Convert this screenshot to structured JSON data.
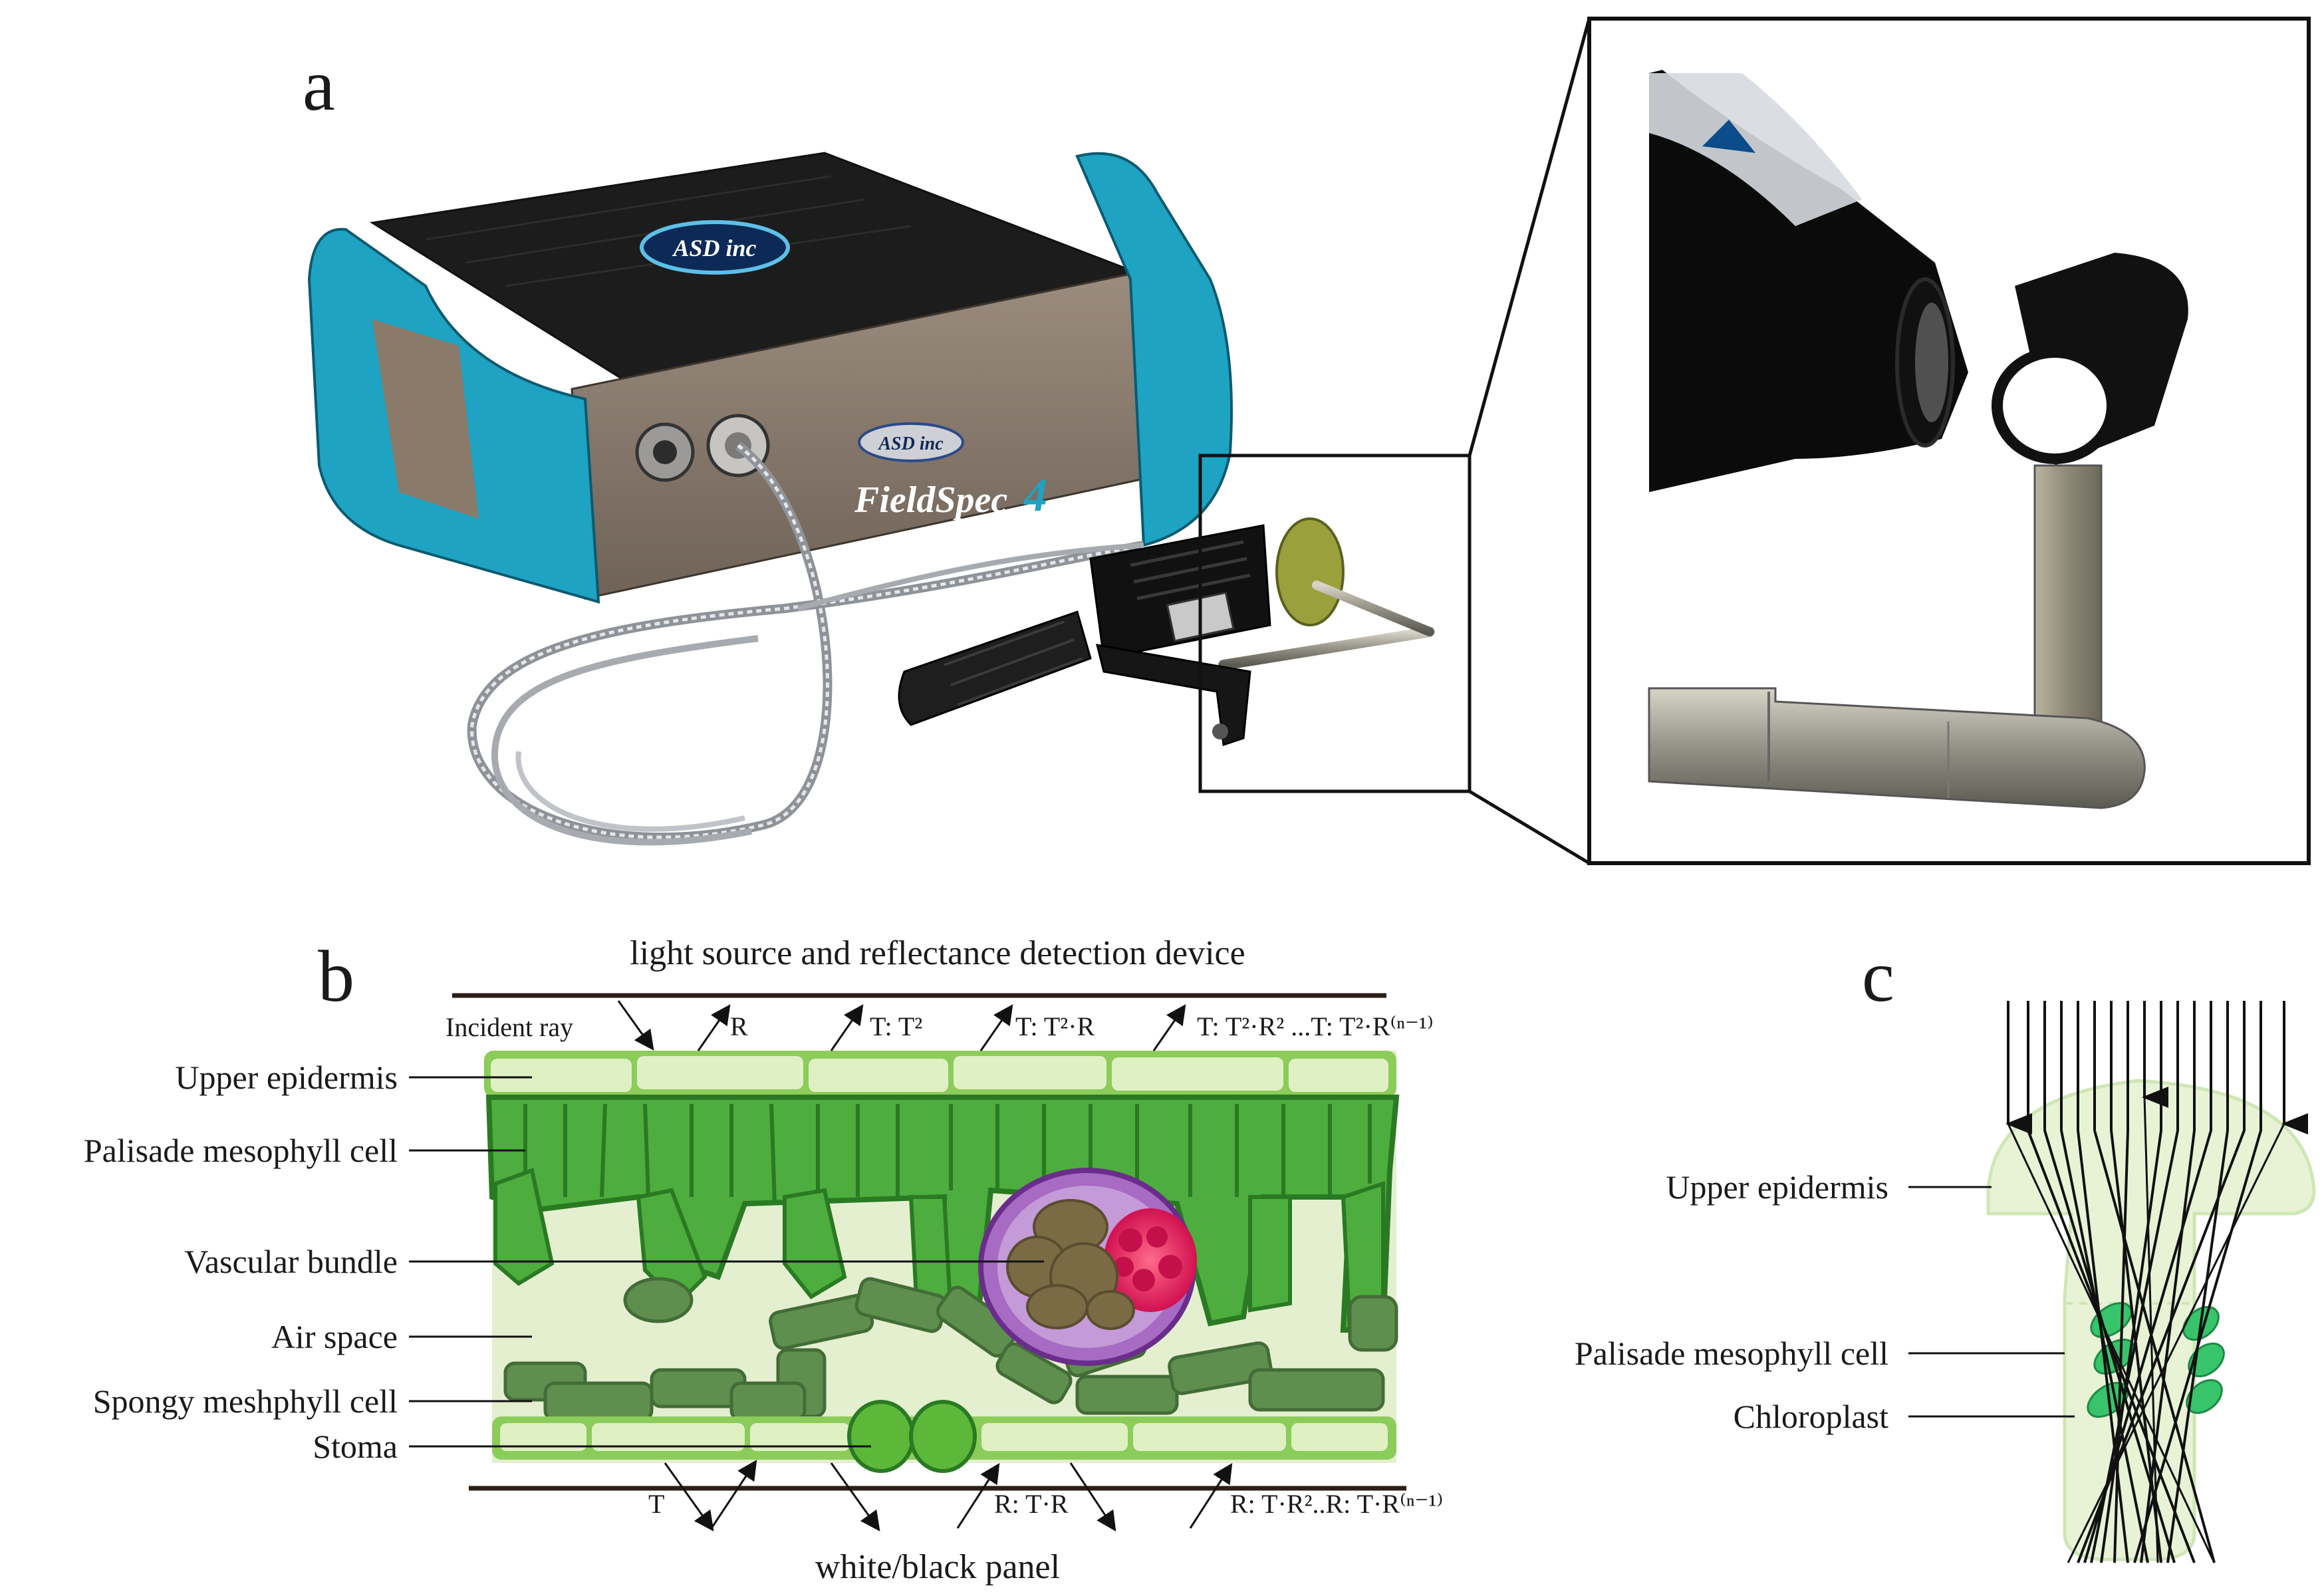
{
  "panels": {
    "a": {
      "letter": "a",
      "device_logo_top": "ASD inc",
      "device_logo_front": "ASD inc",
      "device_model": "FieldSpec",
      "device_model_number": "4"
    },
    "b": {
      "letter": "b",
      "top_device_label": "light source and reflectance detection device",
      "bottom_panel_label": "white/black panel",
      "top_rays": {
        "incident": "Incident ray",
        "r": "R",
        "t_t2": "T: T²",
        "t_t2r": "T: T²·R",
        "t_series": "T: T²·R² ...T: T²·R⁽ⁿ⁻¹⁾"
      },
      "bottom_rays": {
        "t": "T",
        "r_tr": "R: T·R",
        "r_series": "R: T·R²..R: T·R⁽ⁿ⁻¹⁾"
      },
      "layer_labels": {
        "upper_epidermis": "Upper epidermis",
        "palisade": "Palisade mesophyll cell",
        "vascular": "Vascular bundle",
        "air_space": "Air space",
        "spongy": "Spongy meshphyll cell",
        "stoma": "Stoma"
      }
    },
    "c": {
      "letter": "c",
      "labels": {
        "upper_epidermis": "Upper epidermis",
        "palisade": "Palisade mesophyll cell",
        "chloroplast": "Chloroplast"
      }
    }
  },
  "colors": {
    "device_teal": "#1fa3c3",
    "device_black": "#1c1c1c",
    "device_bronze": "#8a7a6a",
    "leaf_light_green": "#e4efd0",
    "epidermis_green": "#8ccc5a",
    "palisade_green": "#4dad3e",
    "palisade_dark": "#2a7a23",
    "spongy_green": "#5f8f4e",
    "vascular_purple": "#8a3fa8",
    "vascular_brown": "#7a6b45",
    "vascular_pink": "#e3185f",
    "chloroplast_green": "#37c46b"
  }
}
